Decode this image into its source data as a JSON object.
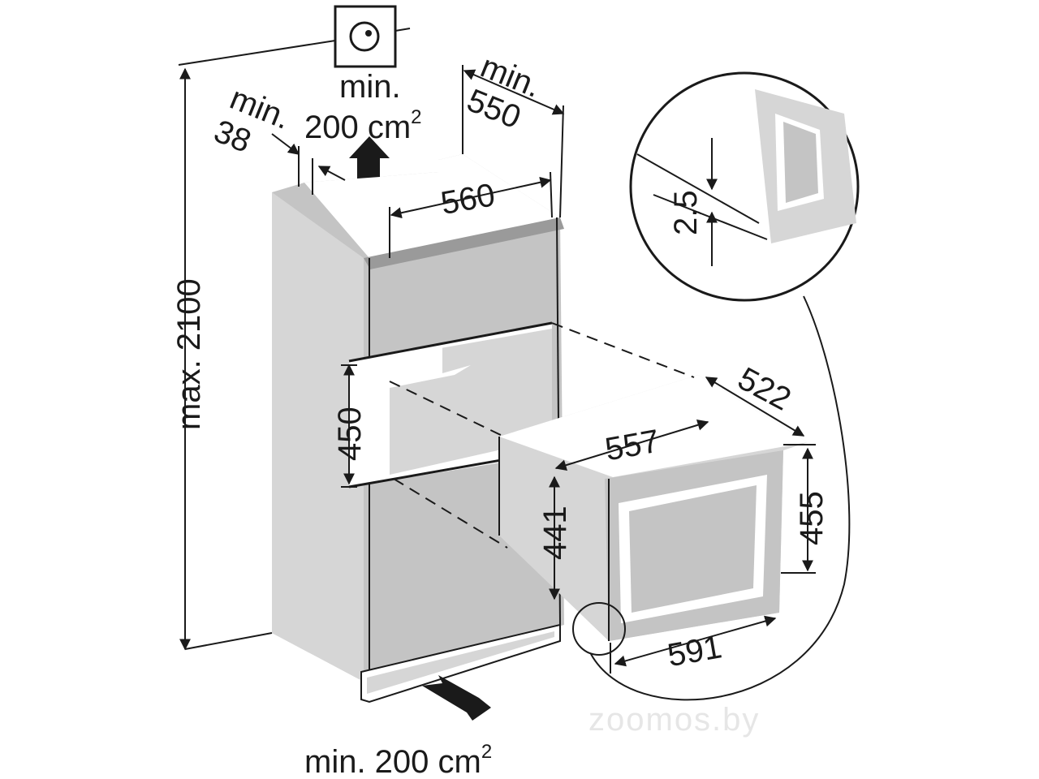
{
  "dimensions": {
    "top_vent_min": "min.",
    "top_vent_area": "200 cm",
    "top_vent_sup": "2",
    "top_gap_min": "min.",
    "top_gap_value": "38",
    "depth_min": "min.",
    "depth_value": "550",
    "niche_width": "560",
    "niche_height": "450",
    "max_height": "max. 2100",
    "appliance_width": "557",
    "appliance_depth": "522",
    "appliance_body_height": "441",
    "appliance_height": "455",
    "front_width": "591",
    "detail_gap": "2,5",
    "bottom_vent": "min. 200 cm",
    "bottom_vent_sup": "2"
  },
  "watermark": "zoomos.by",
  "icons": {
    "ventilation": "ventilation-grille-icon",
    "airflow_up": "airflow-up-arrow-icon",
    "airflow_in": "airflow-in-arrow-icon"
  }
}
